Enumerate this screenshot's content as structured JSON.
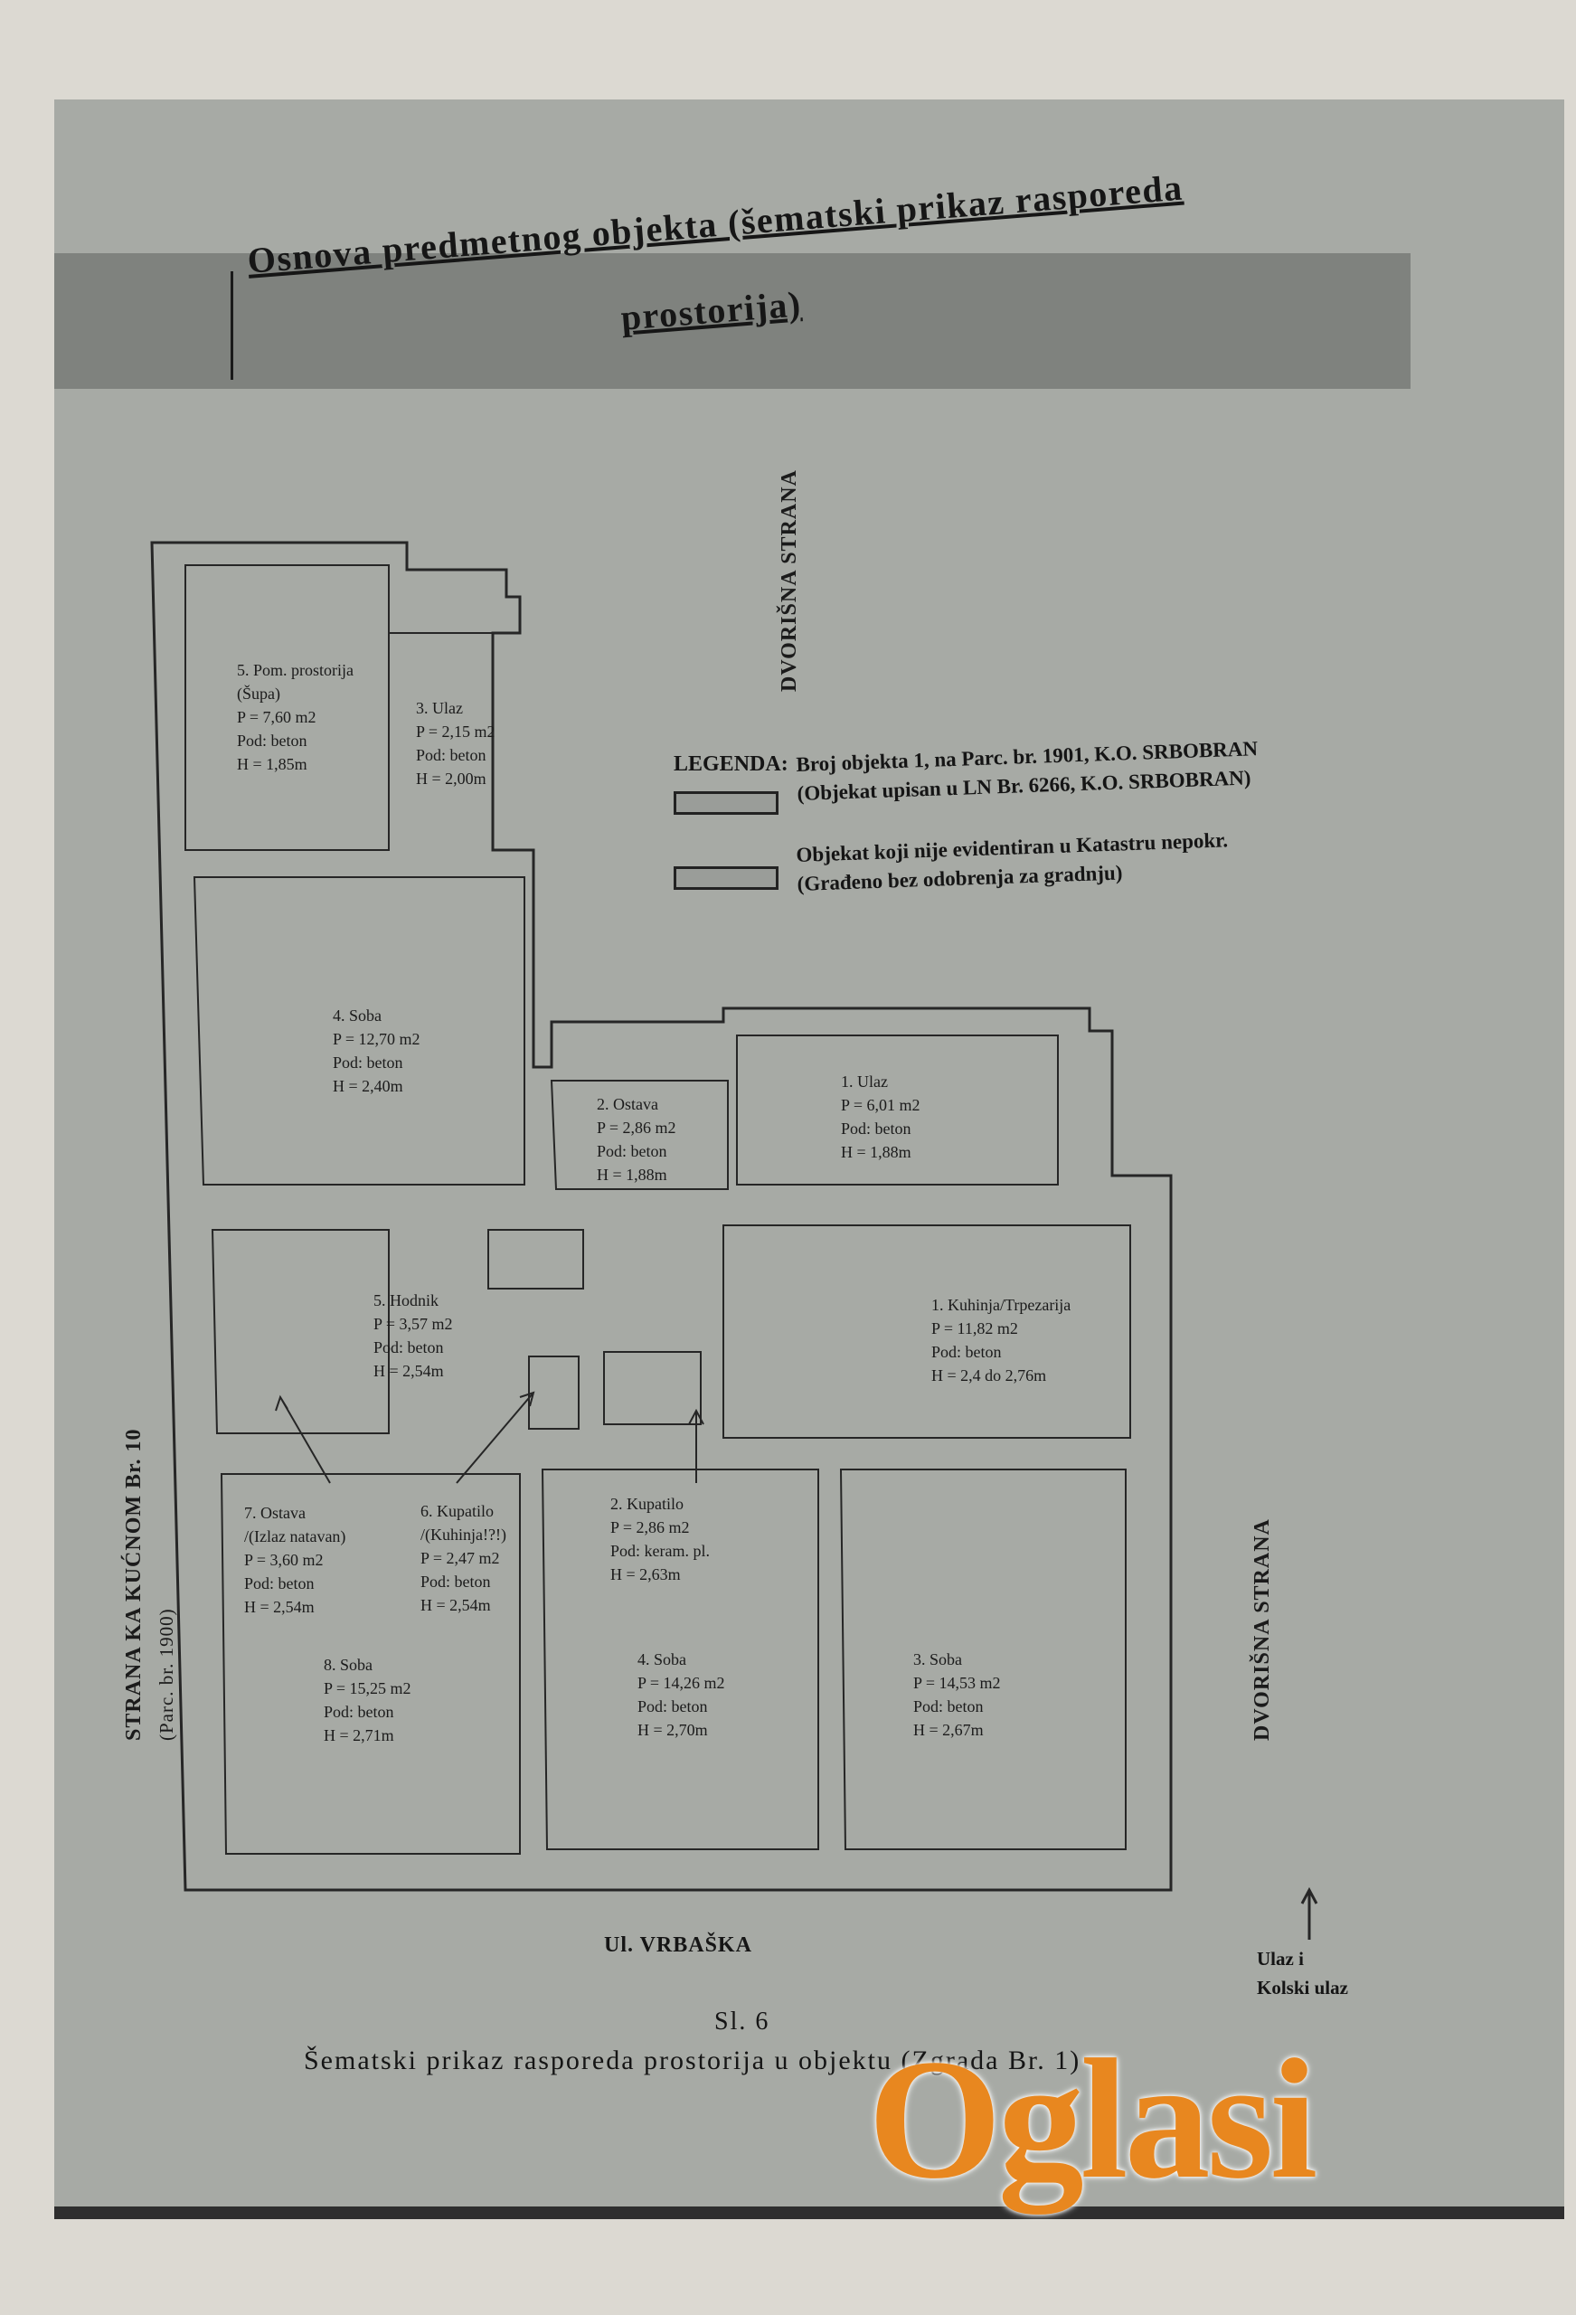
{
  "document": {
    "title_line1": "Osnova predmetnog objekta (šematski prikaz rasporeda",
    "title_line2": "prostorija)"
  },
  "orientation": {
    "yard_side_top": "DVORIŠNA STRANA",
    "yard_side_right": "DVORIŠNA STRANA",
    "house_side_line1": "STRANA KA KUĆNOM Br. 10",
    "house_side_line2": "(Parc. br. 1900)"
  },
  "legend": {
    "title": "LEGENDA:",
    "item1_line1": "Broj objekta 1, na Parc. br. 1901, K.O. SRBOBRAN",
    "item1_line2": "(Objekat upisan u LN Br. 6266, K.O. SRBOBRAN)",
    "item2_line1": "Objekat koji nije evidentiran u Katastru nepokr.",
    "item2_line2": "(Građeno bez odobrenja za gradnju)"
  },
  "rooms": {
    "pom": [
      "5. Pom. prostorija",
      "(Šupa)",
      "P = 7,60 m2",
      "Pod: beton",
      "H = 1,85m"
    ],
    "ulaz3": [
      "3. Ulaz",
      "P = 2,15 m2",
      "Pod: beton",
      "H = 2,00m"
    ],
    "soba4a": [
      "4. Soba",
      "P = 12,70 m2",
      "Pod: beton",
      "H = 2,40m"
    ],
    "ostava2": [
      "2. Ostava",
      "P = 2,86 m2",
      "Pod: beton",
      "H = 1,88m"
    ],
    "ulaz1": [
      "1. Ulaz",
      "P = 6,01 m2",
      "Pod: beton",
      "H = 1,88m"
    ],
    "hodnik": [
      "5. Hodnik",
      "P = 3,57 m2",
      "Pod: beton",
      "H = 2,54m"
    ],
    "kuhinja": [
      "1. Kuhinja/Trpezarija",
      "P = 11,82 m2",
      "Pod: beton",
      "H = 2,4 do 2,76m"
    ],
    "ostava7": [
      "7. Ostava",
      "/(Izlaz natavan)",
      "P = 3,60 m2",
      "Pod: beton",
      "H = 2,54m"
    ],
    "kupatilo6": [
      "6. Kupatilo",
      "/(Kuhinja!?!)",
      "P = 2,47 m2",
      "Pod: beton",
      "H = 2,54m"
    ],
    "kupatilo2": [
      "2. Kupatilo",
      "P = 2,86 m2",
      "Pod: keram. pl.",
      "H = 2,63m"
    ],
    "soba8": [
      "8. Soba",
      "P = 15,25 m2",
      "Pod: beton",
      "H = 2,71m"
    ],
    "soba4b": [
      "4. Soba",
      "P = 14,26 m2",
      "Pod: beton",
      "H = 2,70m"
    ],
    "soba3": [
      "3. Soba",
      "P = 14,53 m2",
      "Pod: beton",
      "H = 2,67m"
    ]
  },
  "labels": {
    "street": "Ul. VRBAŠKA",
    "entry_line1": "Ulaz i",
    "entry_line2": "Kolski ulaz",
    "figure_number": "Sl. 6",
    "caption": "Šematski prikaz rasporeda prostorija u objektu (Zgrada Br. 1)"
  },
  "watermark": {
    "text": "Oglasi",
    "color": "#e8871f"
  }
}
